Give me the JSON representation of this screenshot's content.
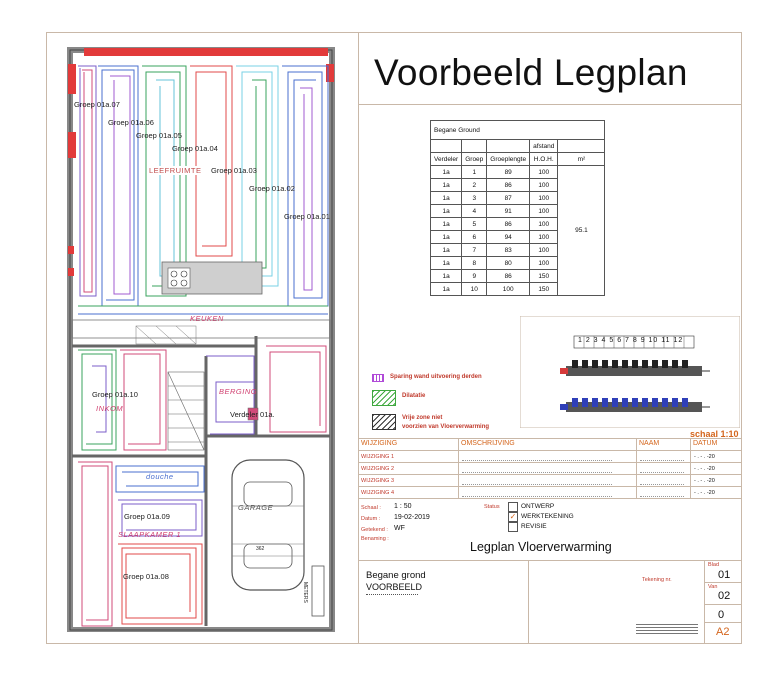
{
  "title": "Voorbeeld Legplan",
  "table": {
    "floor": "Begane Ground",
    "afstand": "afstand",
    "headers": [
      "Verdeler",
      "Groep",
      "Groeplengte",
      "H.O.H.",
      "m²"
    ],
    "area": "95.1",
    "rows": [
      {
        "verdeler": "1a",
        "groep": "1",
        "lengte": "89",
        "hoh": "100"
      },
      {
        "verdeler": "1a",
        "groep": "2",
        "lengte": "86",
        "hoh": "100"
      },
      {
        "verdeler": "1a",
        "groep": "3",
        "lengte": "87",
        "hoh": "100"
      },
      {
        "verdeler": "1a",
        "groep": "4",
        "lengte": "91",
        "hoh": "100"
      },
      {
        "verdeler": "1a",
        "groep": "5",
        "lengte": "86",
        "hoh": "100"
      },
      {
        "verdeler": "1a",
        "groep": "6",
        "lengte": "94",
        "hoh": "100"
      },
      {
        "verdeler": "1a",
        "groep": "7",
        "lengte": "83",
        "hoh": "100"
      },
      {
        "verdeler": "1a",
        "groep": "8",
        "lengte": "80",
        "hoh": "100"
      },
      {
        "verdeler": "1a",
        "groep": "9",
        "lengte": "86",
        "hoh": "150"
      },
      {
        "verdeler": "1a",
        "groep": "10",
        "lengte": "100",
        "hoh": "150"
      }
    ]
  },
  "plan": {
    "groups": [
      "Groep 01a.07",
      "Groep 01a.06",
      "Groep 01a.05",
      "Groep 01a.04",
      "Groep 01a.03",
      "Groep 01a.02",
      "Groep 01a.01",
      "Groep 01a.10",
      "Groep 01a.09",
      "Groep 01a.08"
    ],
    "rooms": {
      "leefruimte": "LEEFRUIMTE",
      "keuken": "KEUKEN",
      "inkom": "INKOM",
      "berging": "BERGING",
      "douche": "douche",
      "slaapkamer": "SLAAPKAMER 1",
      "garage": "GARAGE"
    },
    "verdeler": "Verdeler 01a.",
    "meters": "METERS",
    "dim": "362"
  },
  "manifold": {
    "numbers": "1 2 3 4 5 6 7 8 9 10 11 12",
    "scale": "schaal 1:10"
  },
  "legend": [
    {
      "text": "Sparing wand uitvoering derden",
      "color": "#b04ad8"
    },
    {
      "text": "Dilatatie",
      "color": "#3fa83f"
    },
    {
      "text": "Vrije zone niet\nvoorzien van Vloerverwarming",
      "color": "#333333"
    }
  ],
  "revisions": {
    "headers": [
      "WIJZIGING",
      "OMSCHRIJVING",
      "NAAM",
      "DATUM"
    ],
    "rows": [
      "WIJZIGING 1",
      "WIJZIGING 2",
      "WIJZIGING 3",
      "WIJZIGING 4"
    ],
    "date_placeholder": "- . - . -20"
  },
  "info": {
    "schaal_label": "Schaal :",
    "schaal": "1 : 50",
    "datum_label": "Datum :",
    "datum": "19-02-2019",
    "getekend_label": "Getekend :",
    "getekend": "WF",
    "benaming_label": "Benaming :",
    "status_label": "Status",
    "status": [
      "ONTWERP",
      "WERKTEKENING",
      "REVISIE"
    ]
  },
  "footer": {
    "drawing_title": "Legplan Vloerverwarming",
    "floor": "Begane grond",
    "project": "VOORBEELD",
    "tekening_label": "Tekening nr.",
    "blad_label": "Blad",
    "blad": "01",
    "van_label": "Van",
    "van": "02",
    "rev": "0",
    "format": "A2"
  }
}
